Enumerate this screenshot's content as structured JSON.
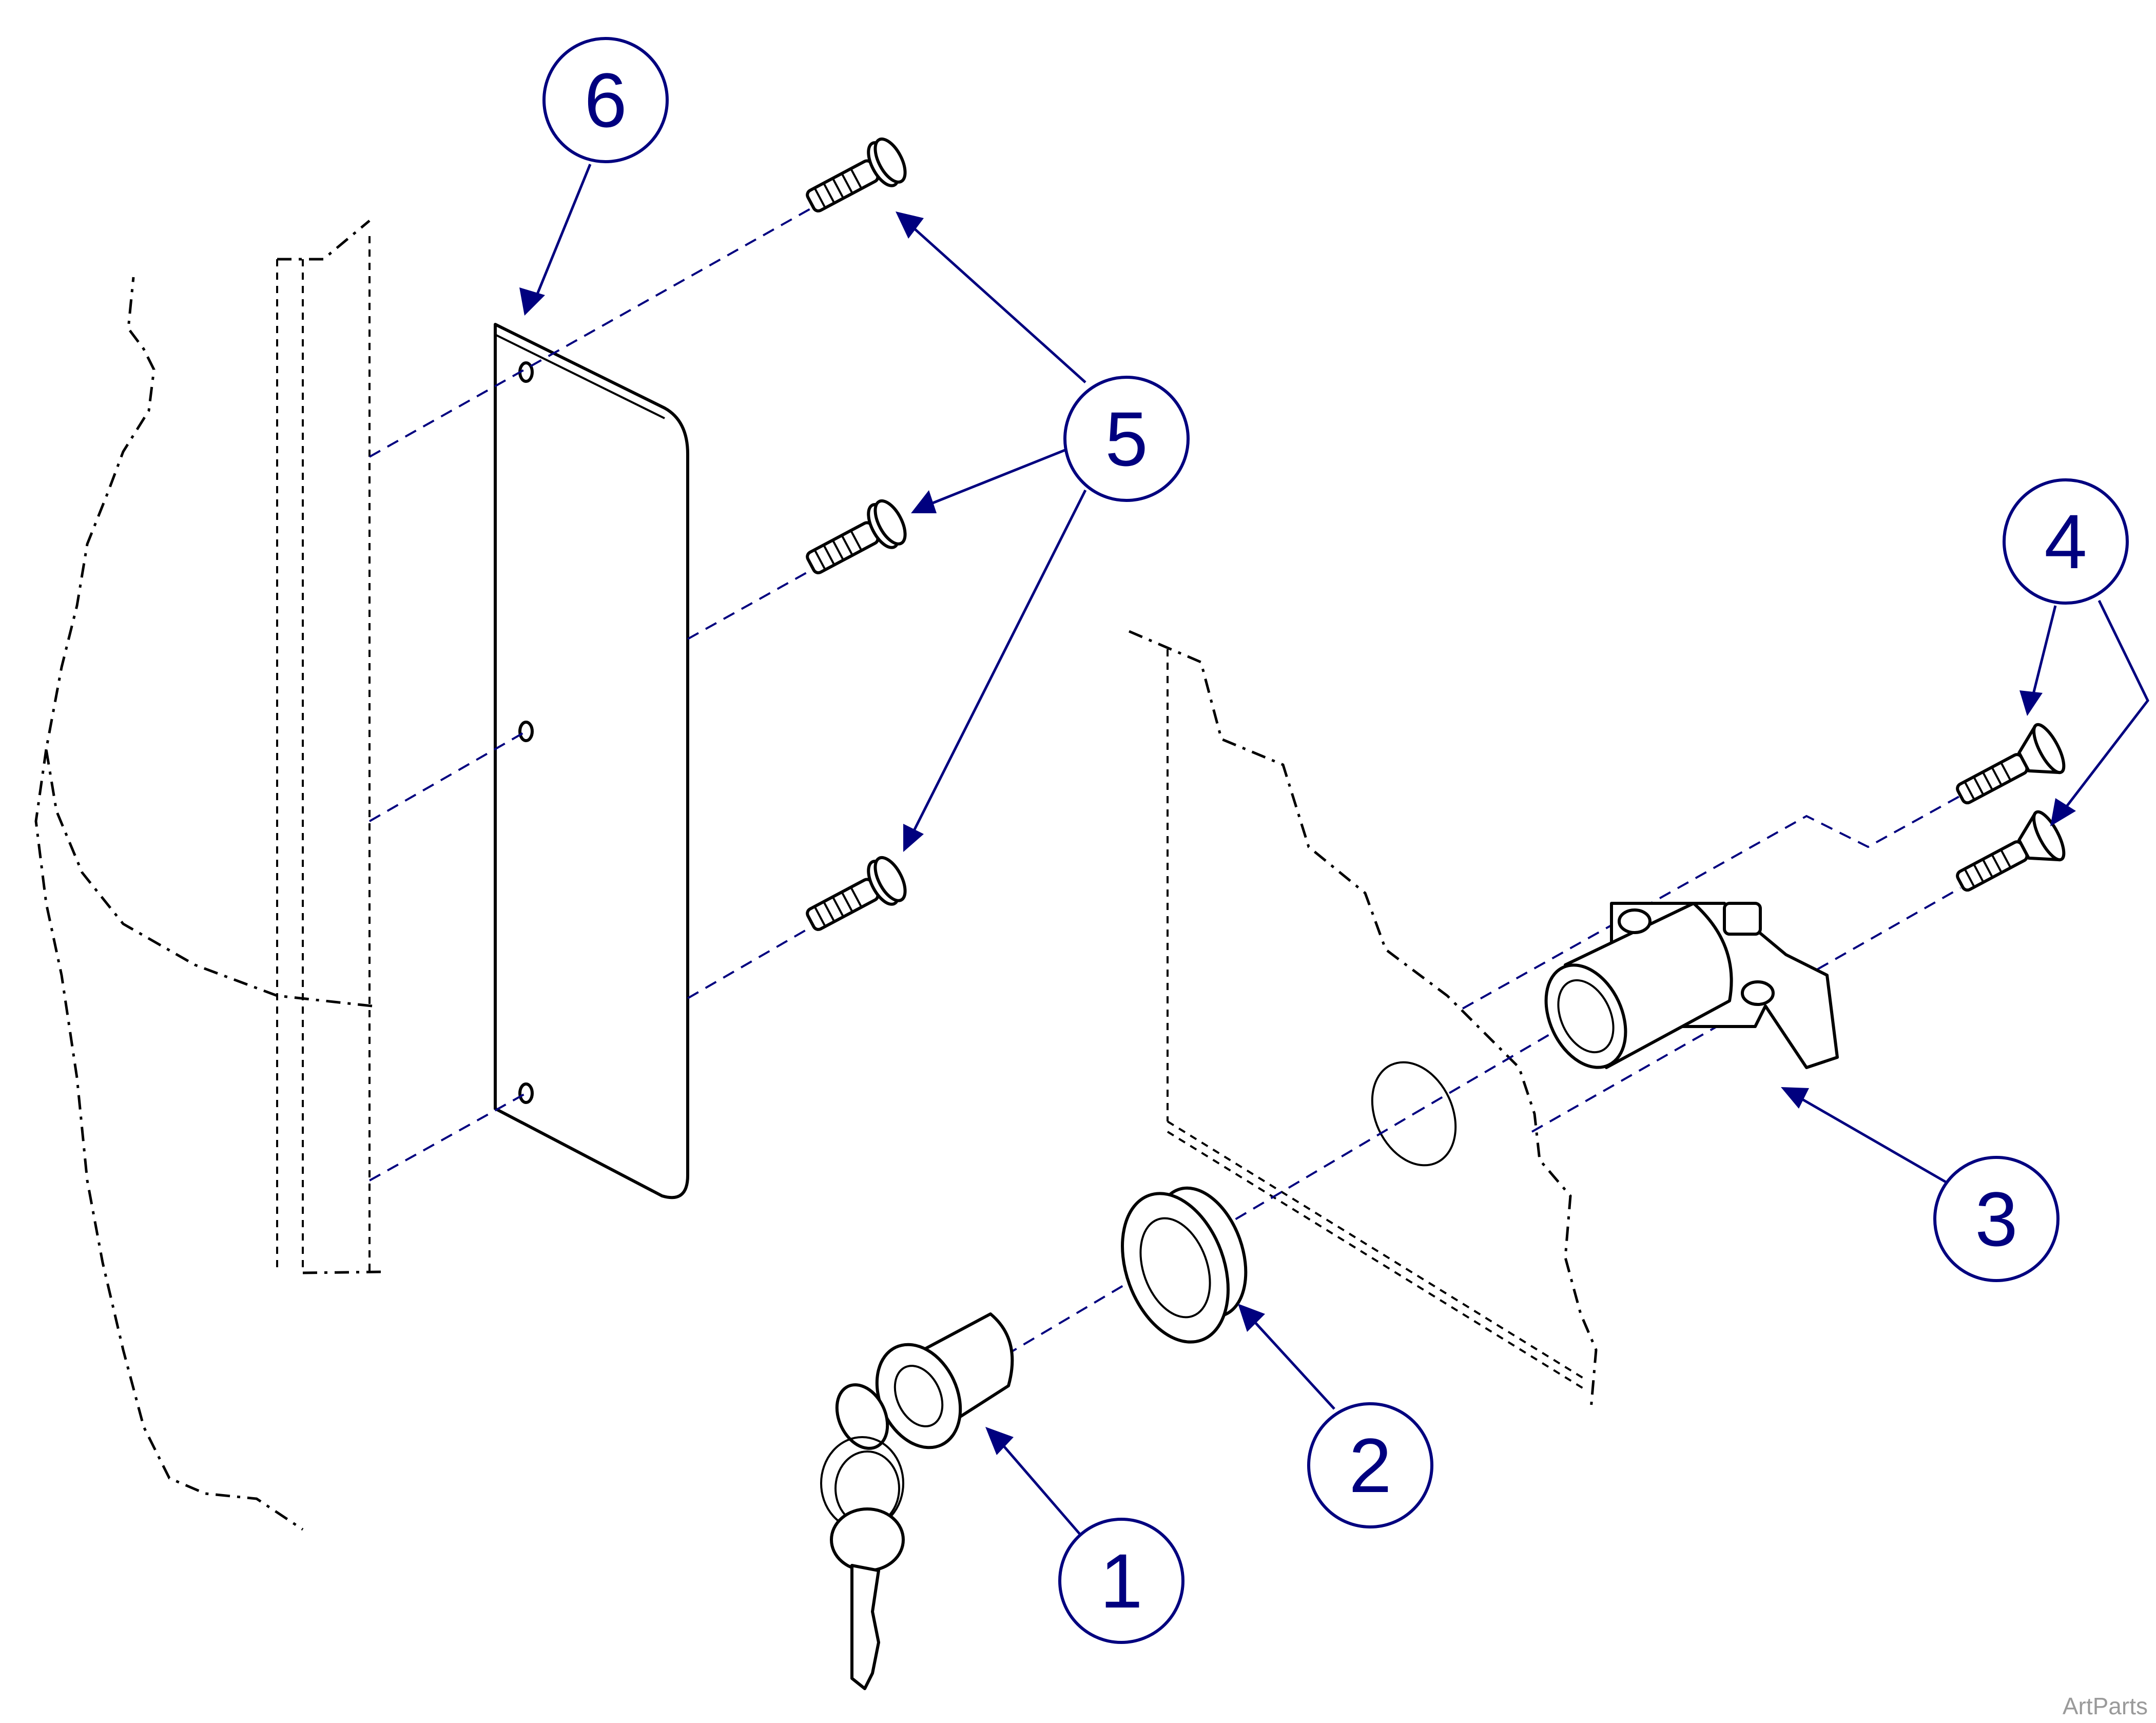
{
  "callouts": [
    {
      "id": "callout-1",
      "label": "1"
    },
    {
      "id": "callout-2",
      "label": "2"
    },
    {
      "id": "callout-3",
      "label": "3"
    },
    {
      "id": "callout-4",
      "label": "4"
    },
    {
      "id": "callout-5",
      "label": "5"
    },
    {
      "id": "callout-6",
      "label": "6"
    }
  ],
  "watermark": "ArtParts",
  "colors": {
    "callout": "#00007f",
    "line": "#000000",
    "watermark": "#9a9a9a"
  }
}
